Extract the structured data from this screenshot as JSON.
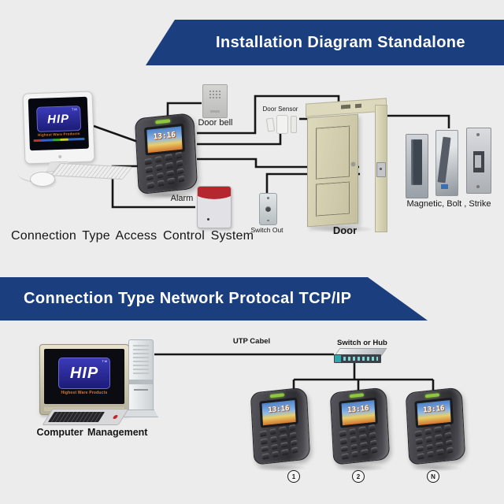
{
  "banners": {
    "standalone": "Installation Diagram Standalone",
    "network": "Connection Type Network Protocal TCP/IP"
  },
  "standalone_section": {
    "caption": "Connection Type Access Control System",
    "labels": {
      "door_bell": "Door bell",
      "door_sensor": "Door Sensor",
      "alarm": "Alarm",
      "switch_out": "Switch Out",
      "door": "Door",
      "locks": "Magnetic, Bolt , Strike"
    }
  },
  "network_section": {
    "computer_label": "Computer Management",
    "utp_label": "UTP Cabel",
    "switch_label": "Switch or Hub",
    "device_numbers": [
      "1",
      "2",
      "N"
    ]
  },
  "hip": {
    "brand": "HIP",
    "slogan": "Highest Ware Products",
    "tm": "TM"
  },
  "device": {
    "screen_time": "13:16"
  },
  "colors": {
    "banner_blue": "#1b3f7e",
    "background": "#ececec",
    "line_black": "#161616",
    "door_beige": "#d4d0b2",
    "alarm_red": "#b5262e",
    "hip_blue": "#2a2a9e",
    "hip_orange": "#e87722",
    "led_green": "#8fc640",
    "switch_teal": "#2aa8ad"
  }
}
